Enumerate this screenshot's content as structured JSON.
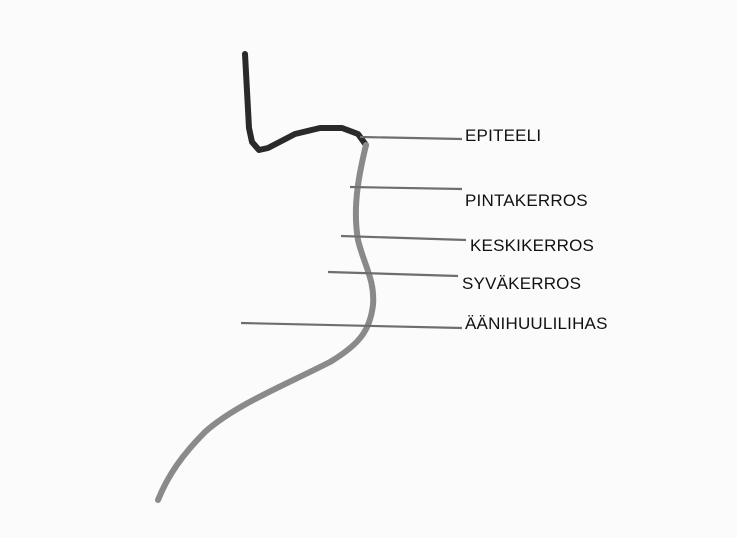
{
  "diagram": {
    "labels": [
      "EPITEELI",
      "PINTAKERROS",
      "KESKIKERROS",
      "SYVÄKERROS",
      "ÄÄNIHUULILIHAS"
    ],
    "colors": {
      "background": "#fbfbfb",
      "outline_dark": "#2a2a2a",
      "outline_gray": "#8a8a8a",
      "leader_lines": "#6e6e6e",
      "text": "#111111"
    }
  }
}
